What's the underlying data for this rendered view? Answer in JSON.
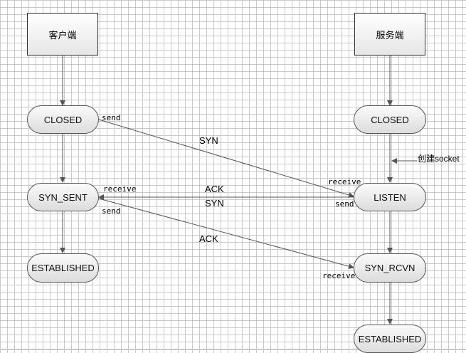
{
  "actors": {
    "client": "客户端",
    "server": "服务端"
  },
  "client_states": {
    "closed": "CLOSED",
    "syn_sent": "SYN_SENT",
    "established": "ESTABLISHED"
  },
  "server_states": {
    "closed": "CLOSED",
    "listen": "LISTEN",
    "syn_rcvn": "SYN_RCVN",
    "established": "ESTABLISHED"
  },
  "messages": {
    "syn_1": "SYN",
    "ack_1": "ACK",
    "syn_2": "SYN",
    "ack_2": "ACK"
  },
  "annotations": {
    "send_1": "send",
    "receive_1": "receive",
    "receive_2": "receive",
    "send_2": "send",
    "send_3": "send",
    "receive_3": "receive",
    "create_socket": "创建socket"
  },
  "colors": {
    "arrow": "#555555",
    "state_border": "#555555"
  }
}
